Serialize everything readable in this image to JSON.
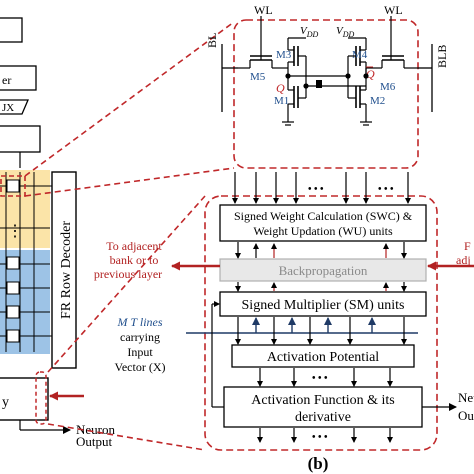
{
  "sram_cell": {
    "wl_left": "WL",
    "wl_right": "WL",
    "vdd_left": "V",
    "vdd_left_sub": "DD",
    "vdd_right": "V",
    "vdd_right_sub": "DD",
    "bl": "BL",
    "blb": "BLB",
    "m1": "M1",
    "m2": "M2",
    "m3": "M3",
    "m4": "M4",
    "m5": "M5",
    "m6": "M6",
    "q": "Q",
    "qbar": "Q"
  },
  "left_panel": {
    "row_decoder": "FR Row Decoder",
    "partial_text_1": "er",
    "partial_text_2": "JX",
    "partial_text_3": "y",
    "neuron_output_1": "Neuron",
    "neuron_output_2": "Output",
    "ellipsis": "⋮"
  },
  "processing_unit": {
    "top_dots_1": "• • •",
    "top_dots_2": "• • •",
    "swc_line1": "Signed Weight Calculation (SWC) &",
    "swc_line2": "Weight Updation (WU) units",
    "backprop": "Backpropagation",
    "sm": "Signed Multiplier (SM) units",
    "activation_potential": "Activation Potential",
    "activation_function_line1": "Activation Function & its",
    "activation_function_line2": "derivative",
    "mid_dots": "• • •",
    "low_dots": "• • •"
  },
  "annotations": {
    "adjacent_line1": "To adjacent",
    "adjacent_line2": "bank or to",
    "adjacent_line3": "previous layer",
    "mt_line1": "M T lines",
    "mt_line2": "carrying",
    "mt_line3": "Input",
    "mt_line4": "Vector (X)",
    "right_cut_1": "F",
    "right_cut_2": "adj",
    "right_cut_3": "Neur",
    "right_cut_4": "Ou"
  },
  "caption": "(b)",
  "colors": {
    "dark_red": "#b22222",
    "dashed_red": "#c0282a",
    "blue_text": "#1f4e8c",
    "yellow_band": "#fbe4a8",
    "blue_band": "#9dc3e6",
    "backprop_fill": "#d9d9d9",
    "navy_arrow": "#1f3a66"
  }
}
